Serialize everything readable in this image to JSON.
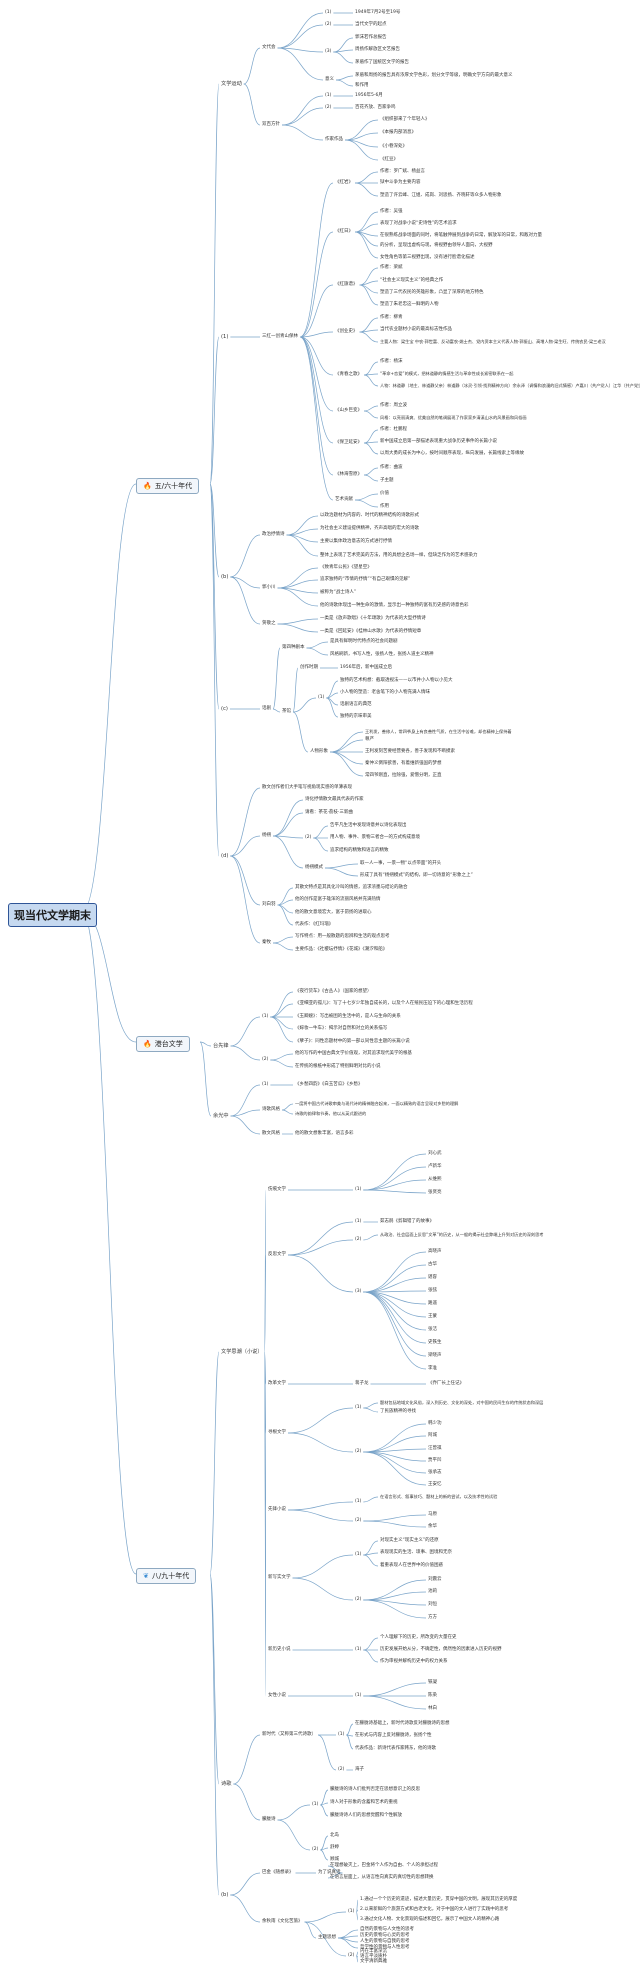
{
  "root": "现当代文学期末",
  "eras": {
    "e1": {
      "label": "五/六十年代",
      "icon": "fire-icon"
    },
    "e2": {
      "label": "港台文学",
      "icon": "fire-icon"
    },
    "e3": {
      "label": "八/九十年代",
      "icon": "leaf-icon"
    }
  },
  "colors": {
    "line": "#7aa4c9",
    "root_bg": "#c6d9f0",
    "root_border": "#2f5597",
    "fire": "#e5532d",
    "leaf": "#3c8dd4"
  },
  "n": {
    "a1": "文学运动",
    "a2": "文代会",
    "a3": "(1)",
    "a4": "1949年7月2号至19号",
    "a5": "(2)",
    "a6": "当代文学的起点",
    "a7": "(3)",
    "a8": "郭沫若作总报告",
    "a9": "周扬作解放区文艺报告",
    "a10": "茅盾作了国统区文学的报告",
    "a11": "意义",
    "a12": "茅盾和周扬的报告具有浓厚文学色彩，划分文学等级，明确文学方向的最大意义",
    "a13": "和作用",
    "a14": "双百方针",
    "a15": "(1)",
    "a16": "1956年5-6月",
    "a17": "(2)",
    "a18": "百花齐放、百家争鸣",
    "a19": "作家作品",
    "a20": "《组织部来了个年轻人》",
    "a21": "《本报内部消息》",
    "a22": "《小巷深处》",
    "a23": "《红豆》",
    "b1": "(1)",
    "b2": "三红一创青山保林",
    "b3": "《红岩》",
    "b4": "作者：罗广斌、杨益言",
    "b5": "狱中斗争为主要内容",
    "b6": "塑造了许云峰、江姐、成岗、刘思扬、齐晓轩等众多人物形象",
    "b7": "《红日》",
    "b8": "作者：吴强",
    "b9": "表现了对战争小说“史诗性”的艺术追求",
    "b10": "在很熟练战争场面的同时，将笔触伸展到战争的日常，解放军的日常，和敌对力量",
    "b11": "的分析，呈现出虚构与现，将视野由领导人面向，大视野",
    "b12": "女性角色等第三视野出现，没有进行脸谱化描述",
    "b13": "《红旗谱》",
    "b14": "作者：梁斌",
    "b15": "“社会主义现实主义”的经典之作",
    "b16": "塑造了三代农民的英雄形象，凸显了深厚的地方特色",
    "b17": "塑造了朱老忠这一鲜明的人物",
    "b18": "《创业史》",
    "b19": "作者：柳青",
    "b20": "当代农业题材小说的最高标志性作品",
    "b21": "主要人物：梁生宝 中农·郭世富、反动富农·姚士杰、党内资本主义代表人物·郭振山、高增人物·梁生旺、传统农民·梁三老汉",
    "b22": "《青春之歌》",
    "b23": "作者：杨沫",
    "b24": "“革命+恋爱”的模式，把林道静的情感生活与革命性成长紧密联系在一起",
    "b25": "人物：林道静（地主、林道静父亲）林道静（冰灵·引领·找到精神方向）余永泽（调情和浪漫的旧式情感）卢嘉川（共产党人）江华（共产党坚定的战斗者）",
    "b26": "《山乡巨变》",
    "b27": "作者：周立波",
    "b28": "风格：以亮丽清爽、优美自然的笔调展现了作家家乡清溪山水的风景画和风俗画",
    "b29": "《保卫延安》",
    "b30": "作者：杜鹏程",
    "b31": "新中国成立后第一部描述表现重大战争历史事件的长篇小说",
    "b32": "以周大勇的成长为中心，按时间顺序表现，纵向发展，长篇线索上等缘故",
    "b33": "《林海雪原》",
    "b34": "作者：曲波",
    "b35": "子主题",
    "b36": "艺术贡献",
    "b37": "价值",
    "b38": "作用",
    "c1": "(b)",
    "c2": "政治抒情诗",
    "c3": "以政治题材为内容的、时代的精神结构的诗歌形式",
    "c4": "为社会主义建设提供精神，齐声高唱的宏大的诗歌",
    "c5": "主要以集体政治意志的方式进行抒情",
    "c6": "整体上表现了艺术完美的方法，用的具想企名场一样，但缺乏作为的艺术感染力",
    "c7": "郭小川",
    "c8": "《致青年公民》《望星空》",
    "c9": "追求独特的“市情的抒情”“有自己艰惧的见解”",
    "c10": "被称为“战士诗人”",
    "c11": "他的诗歌体现出一种生命的激情，显示出一种独特的富有历史感的诗意色彩",
    "c12": "贺敬之",
    "c13": "一类是《放声歌唱》《十年颂歌》为代表的大型抒情诗",
    "c14": "一类是《回延安》《桂林山水歌》为代表的抒情短章",
    "d1": "(c)",
    "d2": "话剧",
    "d3": "第四种剧本",
    "d4": "是具有鲜明时代特点的社会问题剧",
    "d5": "风格刷新，书写人性，张扬人性，张扬人道主义精神",
    "d6": "茶馆",
    "d7": "创作时期",
    "d8": "1956年后，新中国成立后",
    "d9": "(1)",
    "d10": "独特的艺术构想：截取透视法——以市井小人物以小见大",
    "d11": "小人物的塑造：老舍笔下的小人物充满人情味",
    "d12": "话剧语言的典范",
    "d13": "独特的京味审美",
    "d14": "人物形象",
    "d15": "王利发，善修人，常四爷身上有良善性气质，在生活中苦难，却也精神上保持着",
    "d16": "尊严",
    "d17": "王利发刻苦要经营要各，善于发现和不断摸索",
    "d18": "秦仲义倒阳欲善，有着维新强国的梦想",
    "d19": "常四爷刚直，拉除强，爱憎分明，正直",
    "f1": "(d)",
    "f2": "散文创作者们大手笔写视角现实感的单薄表现",
    "f3": "杨朔",
    "f4": "诗化抒情散文最具代表的作家",
    "f5": "请看：茶花·荔枝·三新曲",
    "f6": "(2)",
    "f7": "告平凡生活中发现诗意并以诗化表现出",
    "f8": "用人物、事件、景物三者合一的方式构成意境",
    "f9": "追求结构的精致和语言的精致",
    "f10": "杨朔模式",
    "f11": "取一人一事，一景一物“以点带面”的开头",
    "f12": "形成了具有“杨朔模式”的结构，即一切诗意的“形象之上”",
    "f13": "刘白羽",
    "f14": "其散文特点是其具化冷叫的情感，追求浓墨与结论的融合",
    "f15": "他的创作是富于雄浑的流丽风格并充满热情",
    "f16": "他的散文意境宏大，富于昂扬的进取心",
    "f17": "代表作：《红玛瑙》",
    "f18": "秦牧",
    "f19": "写作特点：用一般散题的思辨和生活的观点思考",
    "f20": "主要作品：《社稷坛抒情》《花城》《潮汐和船》",
    "g1": "台先锋",
    "g2": "(1)",
    "g3": "《夜行货车》《古丛人》（国家的想望）",
    "g4": "《亚细亚的孤儿》：写了十七岁少年独自成长的，以及个人在殖民压迫下的心理和生活历程",
    "g5": "《玉卿嫂》：写出被困的生活中的，是人与生命的关系",
    "g6": "《嫁妆一牛车》：揭示对自然和对立的关系描写",
    "g7": "《孽子》：同性恋题材中的第一部以同性恋主题的长篇小说",
    "g8": "(2)",
    "g9": "他的写作的中国古典文学价值观，对其追求现代美学的根基",
    "g10": "在传统的根柢中形成了特别鲜明对比的小说",
    "g11": "余光中",
    "g12": "(1)",
    "g13": "《乡愁四韵》《白玉苦瓜》《乡愁》",
    "g14": "诗歌风格",
    "g15": "一度将中国古代诗歌审美与现代诗的精神融合起来，一面以精致的语言呈现对乡愁的理解",
    "g16": "诗歌的韵律和节奏，他以从英式跟进的",
    "g17": "散文风格",
    "g18": "他的散文想象丰富，语言多彩",
    "h1": "文学思潮（小说）",
    "h2": "伤痕文学",
    "h3": "(1)",
    "h4": "刘心武",
    "h5": "卢新华",
    "h6": "从维熙",
    "h7": "张贤亮",
    "h8": "反思文学",
    "h9": "(1)",
    "h10": "茹志鹃《剪辑错了的故事》",
    "h11": "(2)",
    "h12": "从政治、社会层面上反思“文革”的历史，从一般的揭示社会弊端上升到对历史的深刻思考",
    "h13": "(3)",
    "h14": "高晓声",
    "h15": "古华",
    "h16": "谌容",
    "h17": "张弦",
    "h18": "路遥",
    "h19": "王蒙",
    "h20": "张洁",
    "h21": "史铁生",
    "h22": "梁晓声",
    "h23": "李准",
    "h24": "改革文学",
    "h25": "蒋子龙",
    "h26": "《乔厂长上任记》",
    "h27": "寻根文学",
    "h28": "(1)",
    "h29": "题材包括地域文化风俗，深入到历史、文化的深处，对中国的民间生存的传统状态和深层",
    "h30": "了民族精神的寻找",
    "h31": "(2)",
    "h32": "韩少功",
    "h33": "阿城",
    "h34": "汪曾祺",
    "h35": "贾平凹",
    "h36": "张承志",
    "h37": "王安忆",
    "h38": "先锋小说",
    "h39": "(1)",
    "h40": "在语言形式、叙事技巧、题材上的新的尝试，以及技术性的试验",
    "h41": "(2)",
    "h42": "马原",
    "h43": "余华",
    "h44": "新写实文学",
    "h45": "(1)",
    "h46": "对现实主义“现实主义”的还原",
    "h47": "表现现实的生活、琐事、困境和无奈",
    "h48": "着重表现人在世界中的价值困惑",
    "h49": "(2)",
    "h50": "刘震云",
    "h51": "池莉",
    "h52": "刘恒",
    "h53": "方方",
    "h54": "新历史小说",
    "h55": "(1)",
    "h56": "个人理解下的历史，所改变的大量在史",
    "h57": "历史发展开始从分，不确定性，偶然性的因素进入历史的视野",
    "h58": "作为审视并解构历史中的权力关系",
    "h59": "女性小说",
    "h60": "(1)",
    "h61": "铁凝",
    "h62": "陈染",
    "h63": "林白",
    "i1": "诗歌",
    "i2": "新时代（又称第三代诗歌）",
    "i3": "(1)",
    "i4": "在朦胧诗基础上，新时代诗歌反对朦胧诗的思想",
    "i5": "在形式与内容上反对朦胧诗，张扬个性",
    "i6": "代表作品：新诗代表作家韩东，他的诗歌",
    "i7": "(2)",
    "i8": "海子",
    "i9": "朦胧诗",
    "i10": "(1)",
    "i11": "朦胧诗的诗人们批判否定在思想意识上的反思",
    "i12": "诗人对于形象的含蓄和艺术的重视",
    "i13": "朦胧诗诗人们的思想觉醒和个性解放",
    "i14": "(2)",
    "i15": "北岛",
    "i16": "舒婷",
    "i17": "顾城",
    "j1": "(b)",
    "j2": "巴金《随想录》",
    "j3": "为了说真话",
    "j4": "在理想破灭上，巴金将个人作为自由、个人的承担过程",
    "j5": "在语言层面上，从语言性向真实的真切性的思想转换",
    "j6": "余秋雨《文化苦旅》",
    "j7": "(1)",
    "j8": "1.通过一个个历史的遗迹，描述大量历史，贯穿中国的文明，展现其历史的厚度",
    "j9": "2.以来新鲜的个旅游方式和古老文化，对于中国的文人进行了实践中的思考",
    "j10": "3.通过文化人物、文化景观的描述和回忆，展示了中国文人的精神心路",
    "j11": "主题思想",
    "j12": "自然的景物与人文性的思考",
    "j13": "历史的景物与心灵的思考",
    "j14": "人生的景物与自我的思考",
    "j15": "哲学性的景物与人性思考",
    "j16": "(2)",
    "j17": "内在丰富深沉",
    "j18": "语言平淡质朴",
    "j19": "文字清新典雅"
  }
}
